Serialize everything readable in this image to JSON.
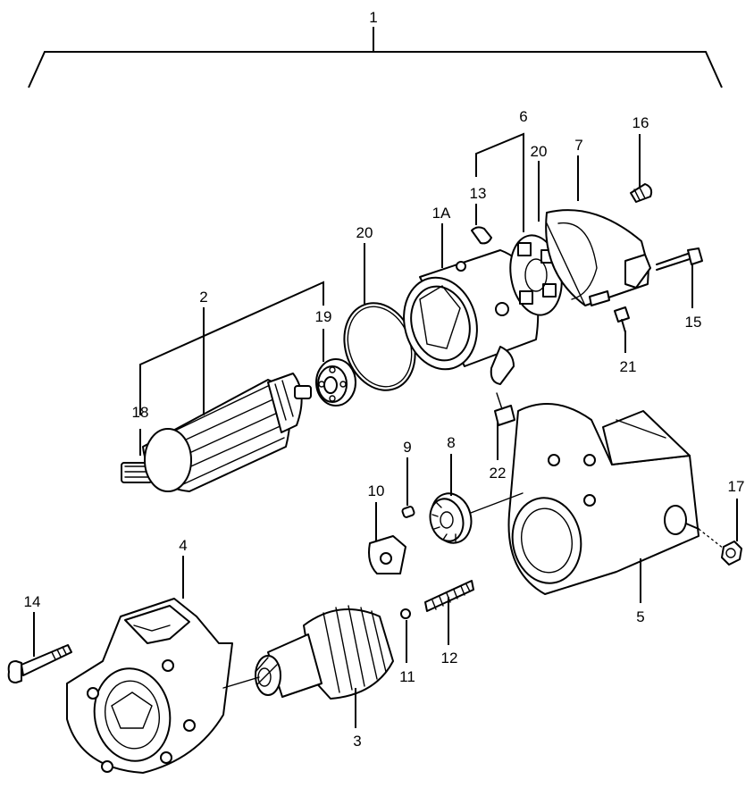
{
  "callouts": {
    "c1": "1",
    "c1a": "1A",
    "c2": "2",
    "c3": "3",
    "c4": "4",
    "c5": "5",
    "c6": "6",
    "c7": "7",
    "c8": "8",
    "c9": "9",
    "c10": "10",
    "c11": "11",
    "c12": "12",
    "c13": "13",
    "c14": "14",
    "c15": "15",
    "c16": "16",
    "c17": "17",
    "c18": "18",
    "c19": "19",
    "c20a": "20",
    "c20b": "20",
    "c21": "21",
    "c22": "22"
  }
}
